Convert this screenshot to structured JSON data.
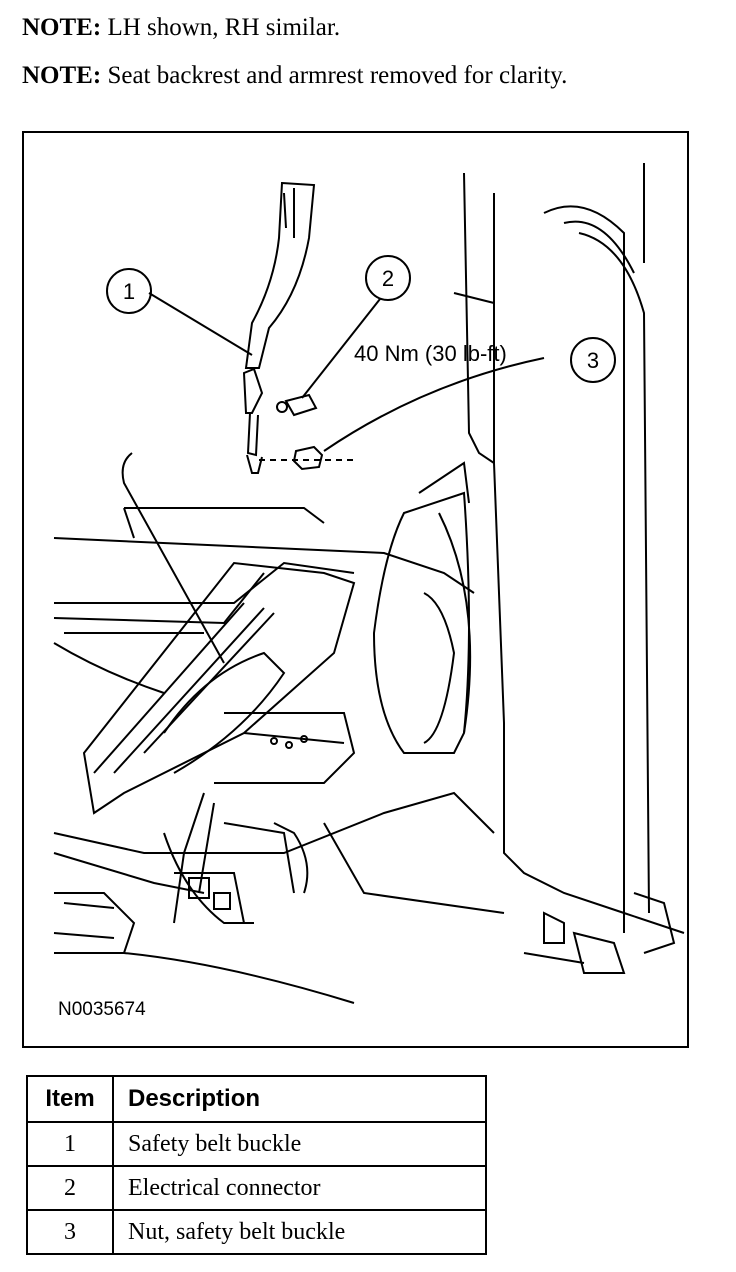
{
  "notes": [
    {
      "label": "NOTE:",
      "text": "LH shown, RH similar."
    },
    {
      "label": "NOTE:",
      "text": "Seat backrest and armrest removed for clarity."
    }
  ],
  "figure": {
    "torque_spec": "40 Nm (30 lb-ft)",
    "figure_code": "N0035674",
    "callouts": [
      "1",
      "2",
      "3"
    ]
  },
  "table": {
    "headers": [
      "Item",
      "Description"
    ],
    "rows": [
      {
        "item": "1",
        "description": "Safety belt buckle"
      },
      {
        "item": "2",
        "description": "Electrical connector"
      },
      {
        "item": "3",
        "description": "Nut, safety belt buckle"
      }
    ]
  }
}
